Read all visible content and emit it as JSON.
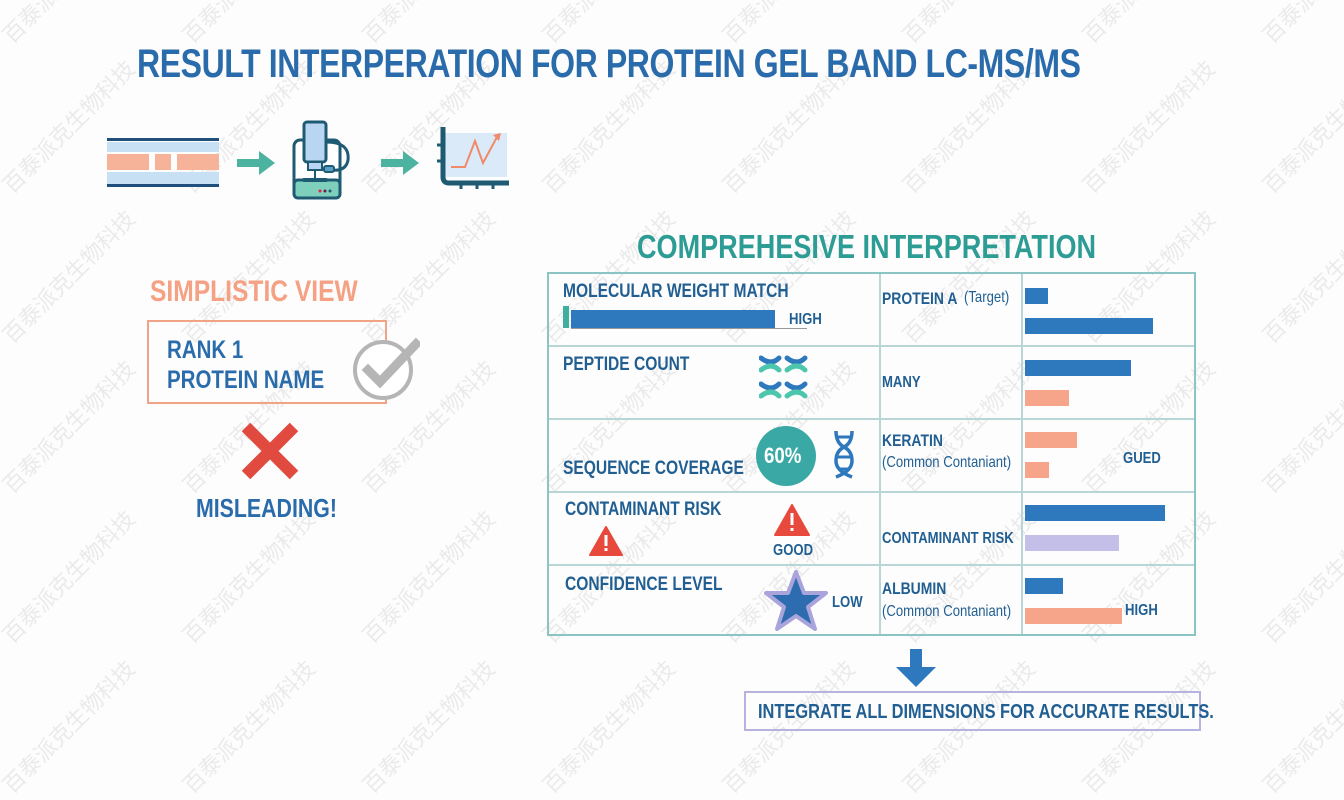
{
  "header": {
    "title": "RESULT INTERPERATION FOR PROTEIN GEL BAND LC-MS/MS"
  },
  "workflow": {
    "steps": [
      {
        "icon": "gel-band-icon",
        "label": ""
      },
      {
        "icon": "mass-spectrometer-icon",
        "label": ""
      },
      {
        "icon": "line-chart-icon",
        "label": ""
      }
    ],
    "arrow_color": "#4bb3a0"
  },
  "simplistic": {
    "title": "SIMPLISTIC VIEW",
    "box_line1": "RANK 1",
    "box_line2": "PROTEIN NAME",
    "verdict": "MISLEADING!",
    "colors": {
      "title": "#f4a184",
      "box_border": "#f1a387",
      "cross": "#e04a3f",
      "check": "#b5b5b5"
    }
  },
  "comprehensive": {
    "title": "COMPREHESIVE INTERPRETATION",
    "rows": [
      {
        "metric": "MOLECULAR WEIGHT MATCH",
        "metric_value": "HIGH",
        "protein": "PROTEIN A",
        "protein_note": "(Target)",
        "right_label": "",
        "bars": [
          {
            "width": 23,
            "color": "#2e78bd"
          },
          {
            "width": 128,
            "color": "#2e78bd"
          }
        ]
      },
      {
        "metric": "PEPTIDE COUNT",
        "metric_value": "",
        "protein": "MANY",
        "protein_note": "",
        "right_label": "",
        "bars": [
          {
            "width": 106,
            "color": "#2e78bd"
          },
          {
            "width": 44,
            "color": "#f6a58a"
          }
        ]
      },
      {
        "metric": "SEQUENCE COVERAGE",
        "metric_value": "60%",
        "protein": "KERATIN",
        "protein_note": "(Common Contaniant)",
        "right_label": "GUED",
        "bars": [
          {
            "width": 52,
            "color": "#f6a58a"
          },
          {
            "width": 24,
            "color": "#f6a58a"
          }
        ]
      },
      {
        "metric": "CONTAMINANT RISK",
        "metric_value": "GOOD",
        "protein": "CONTAMINANT RISK",
        "protein_note": "",
        "right_label": "",
        "bars": [
          {
            "width": 140,
            "color": "#2e78bd"
          },
          {
            "width": 94,
            "color": "#c3bfe9"
          }
        ]
      },
      {
        "metric": "CONFIDENCE LEVEL",
        "metric_value": "LOW",
        "protein": "ALBUMIN",
        "protein_note": "(Common Contaniant)",
        "right_label": "HIGH",
        "bars": [
          {
            "width": 38,
            "color": "#2e78bd"
          },
          {
            "width": 97,
            "color": "#f6a58a"
          }
        ]
      }
    ]
  },
  "footer": {
    "conclusion": "INTEGRATE ALL DIMENSIONS FOR ACCURATE RESULTS."
  },
  "watermark": "百泰派克生物科技"
}
